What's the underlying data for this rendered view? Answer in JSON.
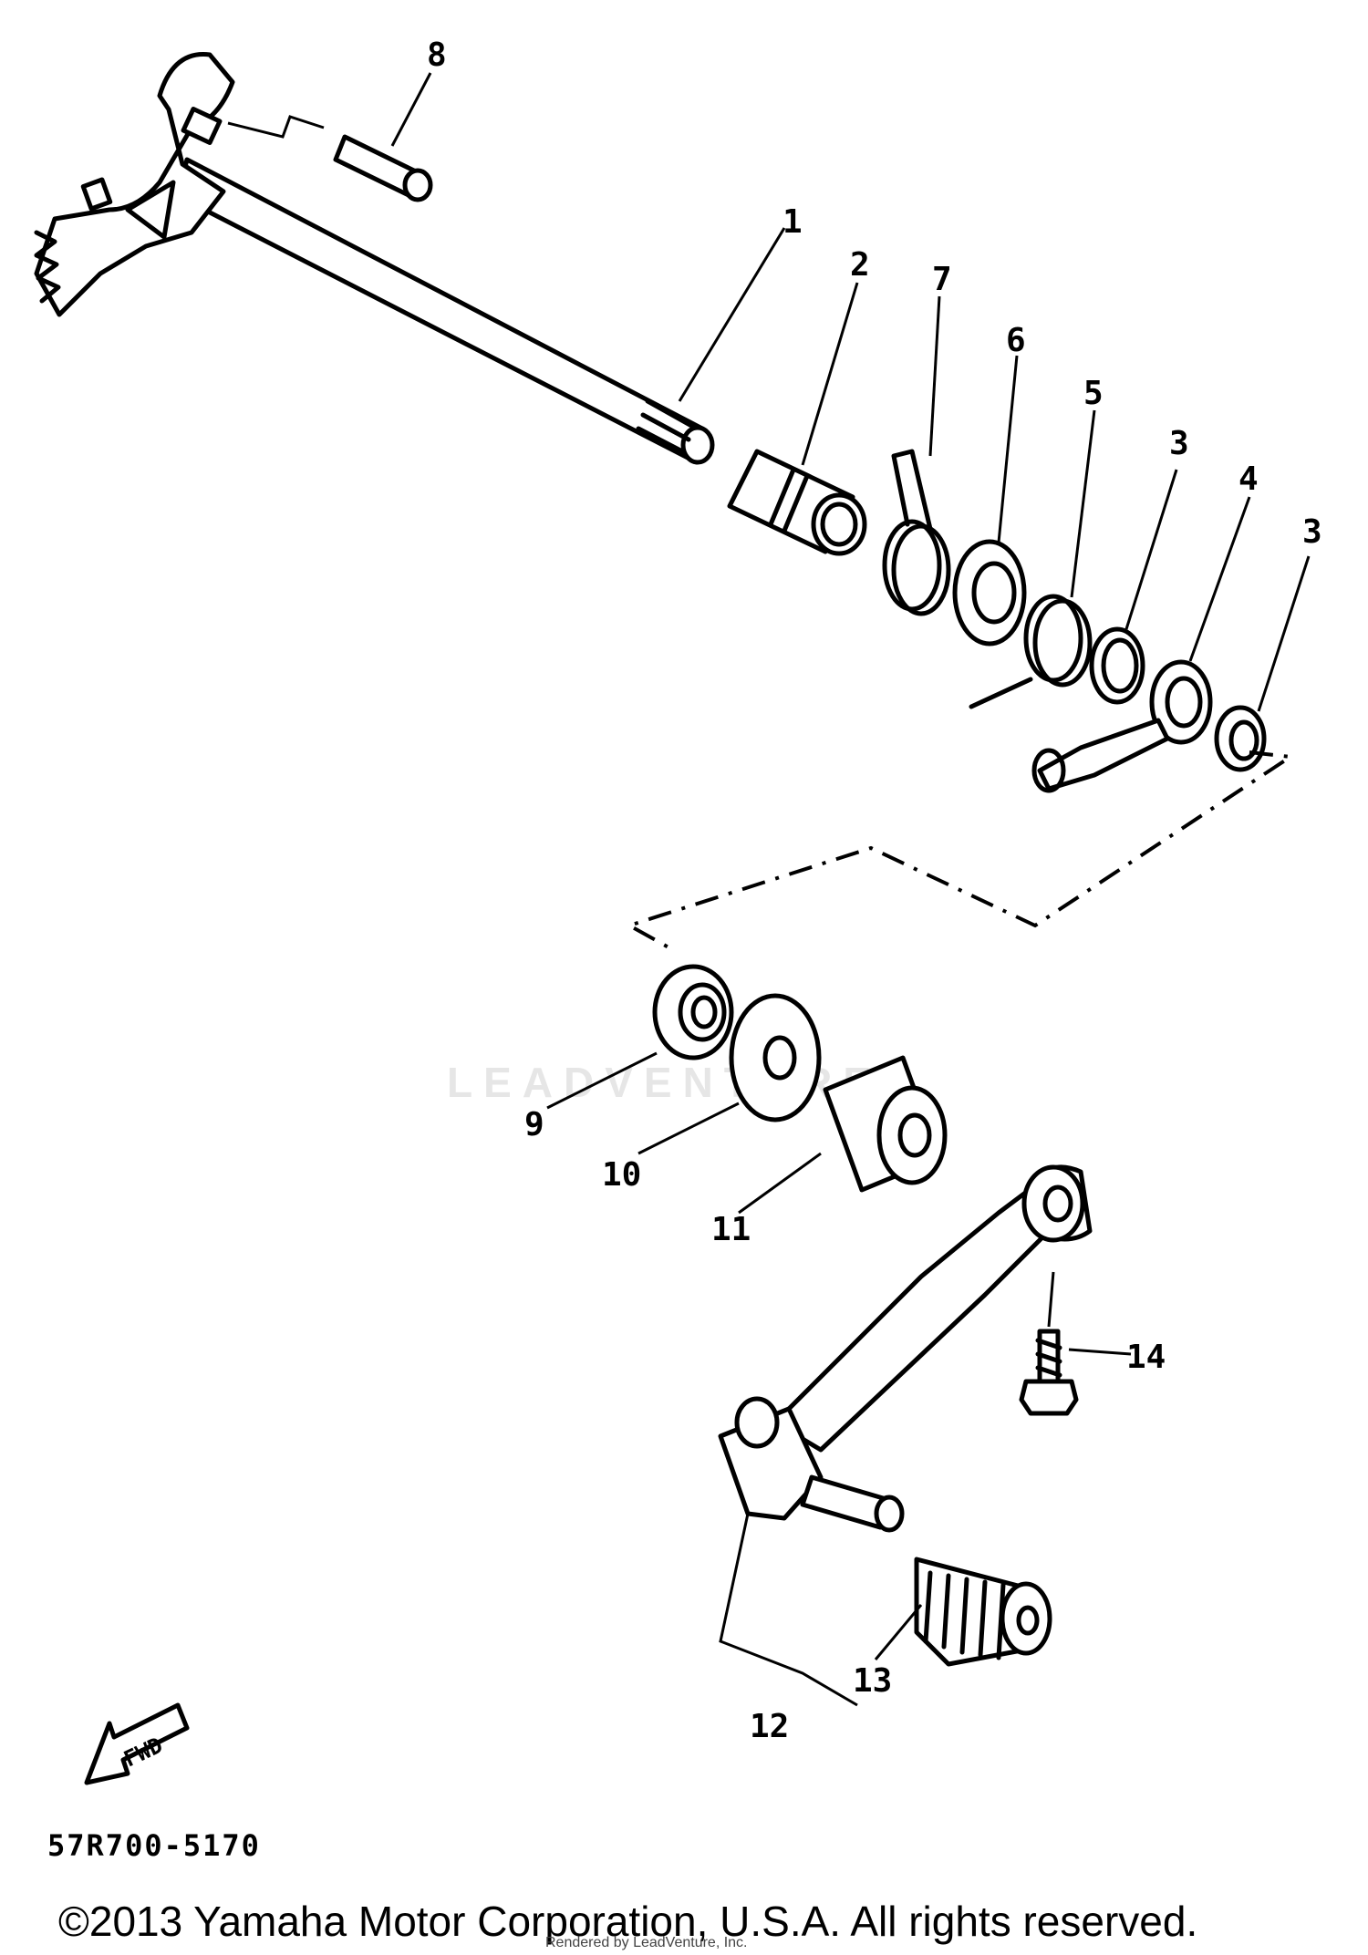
{
  "diagram": {
    "callouts": [
      "1",
      "2",
      "3",
      "4",
      "5",
      "6",
      "7",
      "8",
      "9",
      "10",
      "11",
      "12",
      "13",
      "14"
    ],
    "callout_3_repeat": "3",
    "fwd_label": "FWD",
    "part_code": "57R700-5170",
    "watermark": "LEADVENTURE"
  },
  "footer": {
    "copyright": "©2013 Yamaha Motor Corporation, U.S.A. All rights reserved.",
    "rendered_by": "Rendered by LeadVenture, Inc."
  }
}
